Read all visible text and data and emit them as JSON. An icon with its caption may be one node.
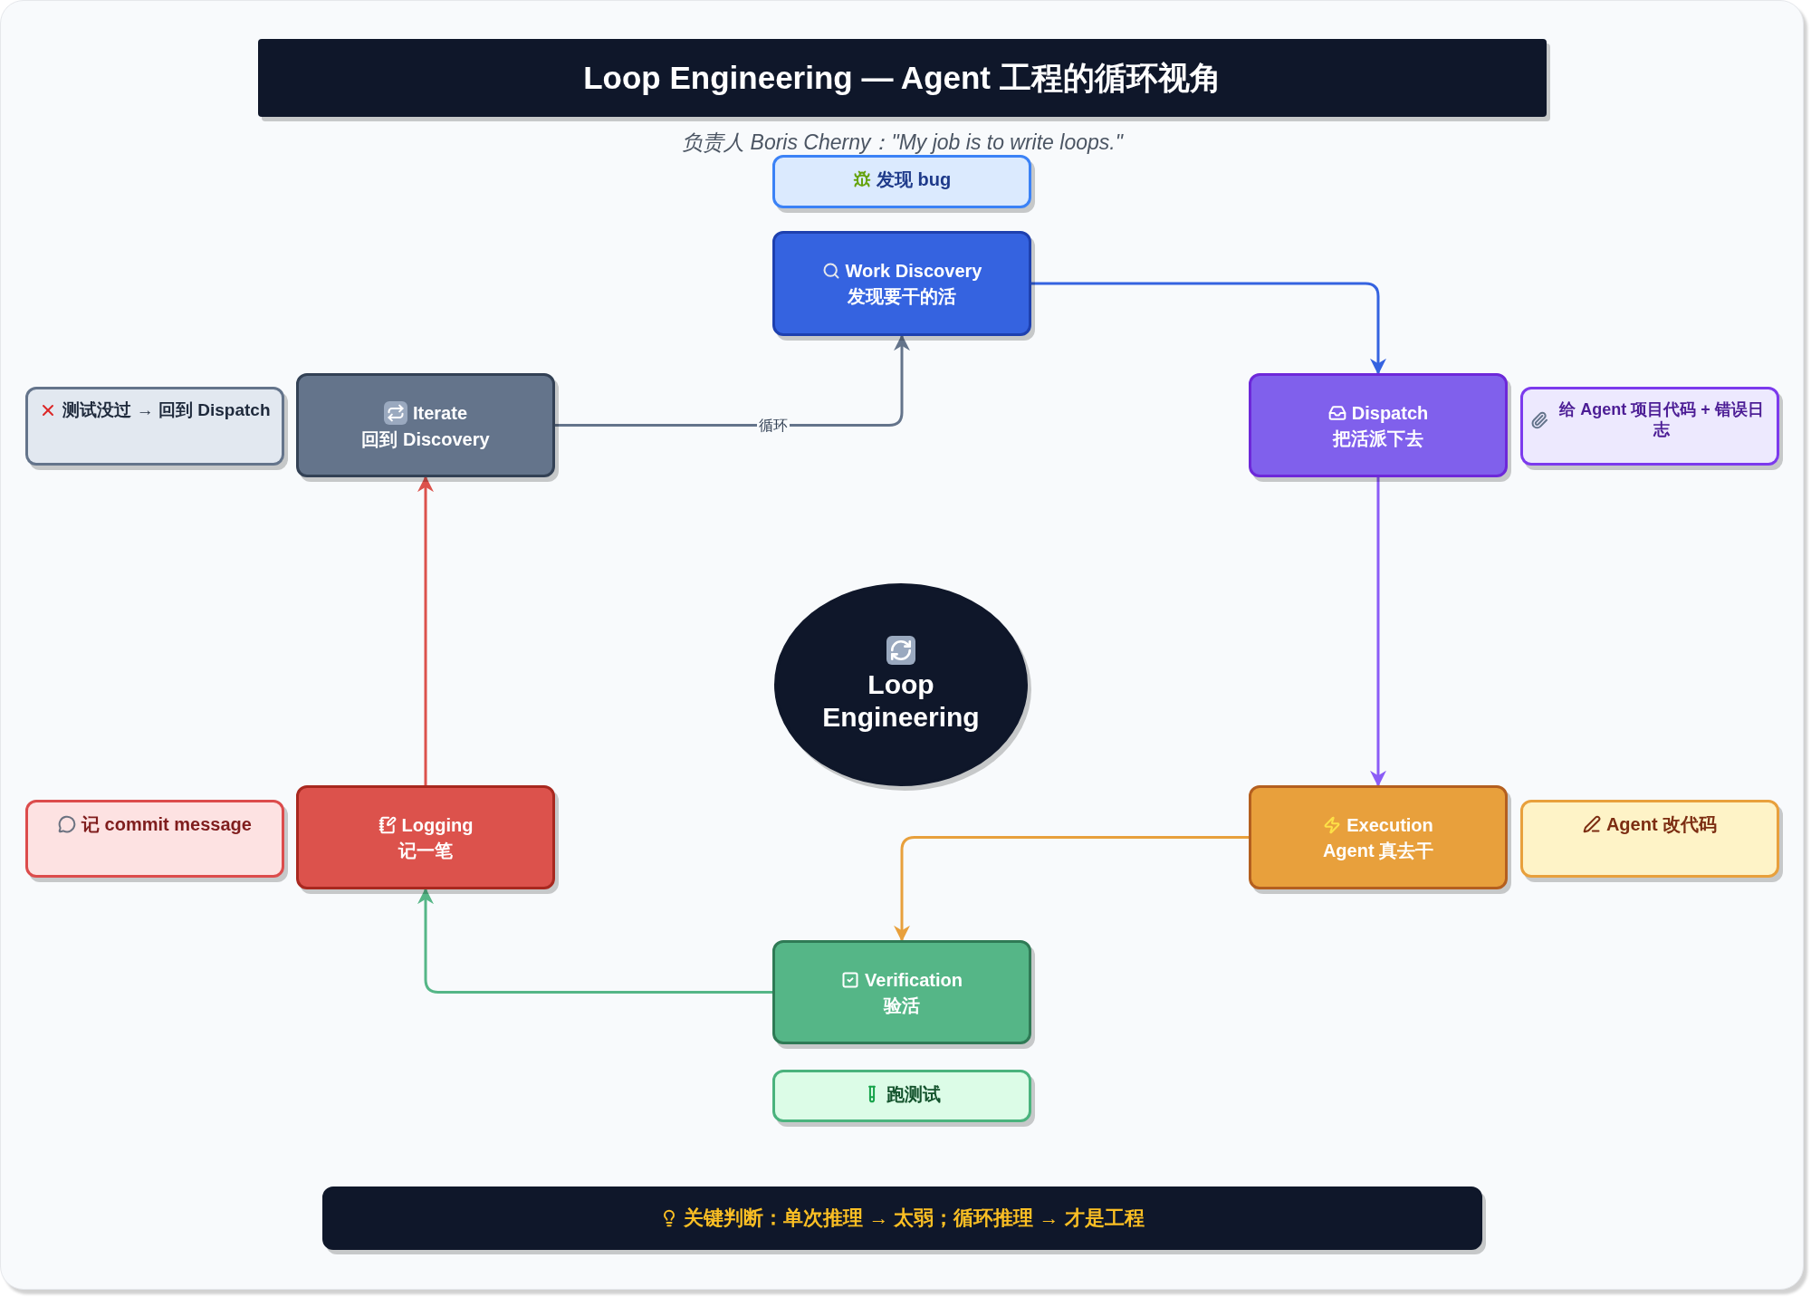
{
  "diagram": {
    "title": "Loop Engineering — Agent 工程的循环视角",
    "nodes": [
      {
        "text": [
          "发现 bug"
        ]
      },
      {
        "text": [
          "Work Discovery",
          "发现要干的活"
        ]
      },
      {
        "text": [
          "测试没过 → 回到 Dispatch"
        ]
      },
      {
        "text": [
          "Iterate",
          "回到 Discovery"
        ]
      },
      {
        "text": [
          "Dispatch",
          "把活派下去"
        ]
      },
      {
        "text": [
          "给 Agent 项目代码 + 错误日志"
        ]
      },
      {
        "text": [
          "Loop Engineering"
        ]
      },
      {
        "text": [
          "记 commit message"
        ]
      },
      {
        "text": [
          "Logging",
          "记一笔"
        ]
      },
      {
        "text": [
          "Execution",
          "Agent 真去干"
        ]
      },
      {
        "text": [
          "Agent 改代码"
        ]
      },
      {
        "text": [
          "Verification",
          "验活"
        ]
      },
      {
        "text": [
          "跑测试"
        ]
      },
      {
        "text": [
          "关键判断：单次推理 → 太弱；循环推理 → 才是工程"
        ]
      }
    ],
    "edges": [
      {
        "from": 1,
        "to": 4,
        "arrow": "to",
        "color": "#3563e0"
      },
      {
        "from": 4,
        "to": 9,
        "arrow": "to",
        "color": "#8b5cf6"
      },
      {
        "from": 9,
        "to": 11,
        "arrow": "to",
        "color": "#e8a03c"
      },
      {
        "from": 11,
        "to": 8,
        "arrow": "to",
        "color": "#55b687"
      },
      {
        "from": 8,
        "to": 3,
        "arrow": "to",
        "color": "#dc524c"
      },
      {
        "from": 3,
        "to": 1,
        "arrow": "to",
        "label": "循环",
        "color": "#64748b"
      }
    ],
    "labels": [
      "负责人 Boris Cherny：\"My job is to write loops.\""
    ]
  }
}
